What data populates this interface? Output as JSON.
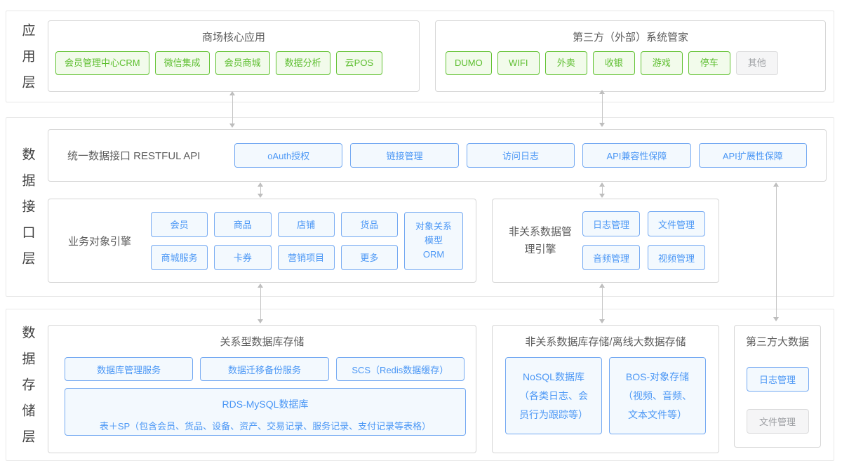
{
  "colors": {
    "green_border": "#62c232",
    "green_text": "#5cbe2e",
    "green_bg": "#f2fbeb",
    "blue_border": "#74a9f2",
    "blue_text": "#4b97f5",
    "blue_bg": "#f3f9fe",
    "muted_text": "#9c9ea2",
    "muted_bg": "#f5f5f6",
    "box_border": "#d6d6d6",
    "section_border": "#e8e8e8",
    "arrow_gray": "#bdbdbd"
  },
  "layers": {
    "app": {
      "label": "应用层",
      "core": {
        "title": "商场核心应用",
        "items": [
          "会员管理中心CRM",
          "微信集成",
          "会员商城",
          "数据分析",
          "云POS"
        ]
      },
      "third_party": {
        "title": "第三方（外部）系统管家",
        "items": [
          "DUMO",
          "WIFI",
          "外卖",
          "收银",
          "游戏",
          "停车"
        ],
        "other": "其他"
      }
    },
    "interface": {
      "label": "数据接口层",
      "api": {
        "title": "统一数据接口 RESTFUL API",
        "items": [
          "oAuth授权",
          "链接管理",
          "访问日志",
          "API兼容性保障",
          "API扩展性保障"
        ]
      },
      "business_engine": {
        "title": "业务对象引擎",
        "row1": [
          "会员",
          "商品",
          "店铺",
          "货品"
        ],
        "row2": [
          "商城服务",
          "卡券",
          "营销项目",
          "更多"
        ],
        "orm_lines": [
          "对象关系",
          "模型",
          "ORM"
        ]
      },
      "nosql_engine": {
        "title": "非关系数据管理引擎",
        "items": [
          "日志管理",
          "文件管理",
          "音频管理",
          "视频管理"
        ]
      }
    },
    "storage": {
      "label": "数据存储层",
      "relational": {
        "title": "关系型数据库存储",
        "services": [
          "数据库管理服务",
          "数据迁移备份服务",
          "SCS（Redis数据缓存）"
        ],
        "rds": {
          "title": "RDS-MySQL数据库",
          "detail": "表＋SP（包含会员、货品、设备、资产、交易记录、服务记录、支付记录等表格）"
        }
      },
      "nonrelational": {
        "title": "非关系数据库存储/离线大数据存储",
        "cards": [
          {
            "lines": [
              "NoSQL数据库",
              "（各类日志、会",
              "员行为跟踪等）"
            ]
          },
          {
            "lines": [
              "BOS-对象存储",
              "（视频、音频、",
              "文本文件等）"
            ]
          }
        ]
      },
      "big_data": {
        "title": "第三方大数据",
        "log_item": "日志管理",
        "file_item": "文件管理"
      }
    }
  }
}
